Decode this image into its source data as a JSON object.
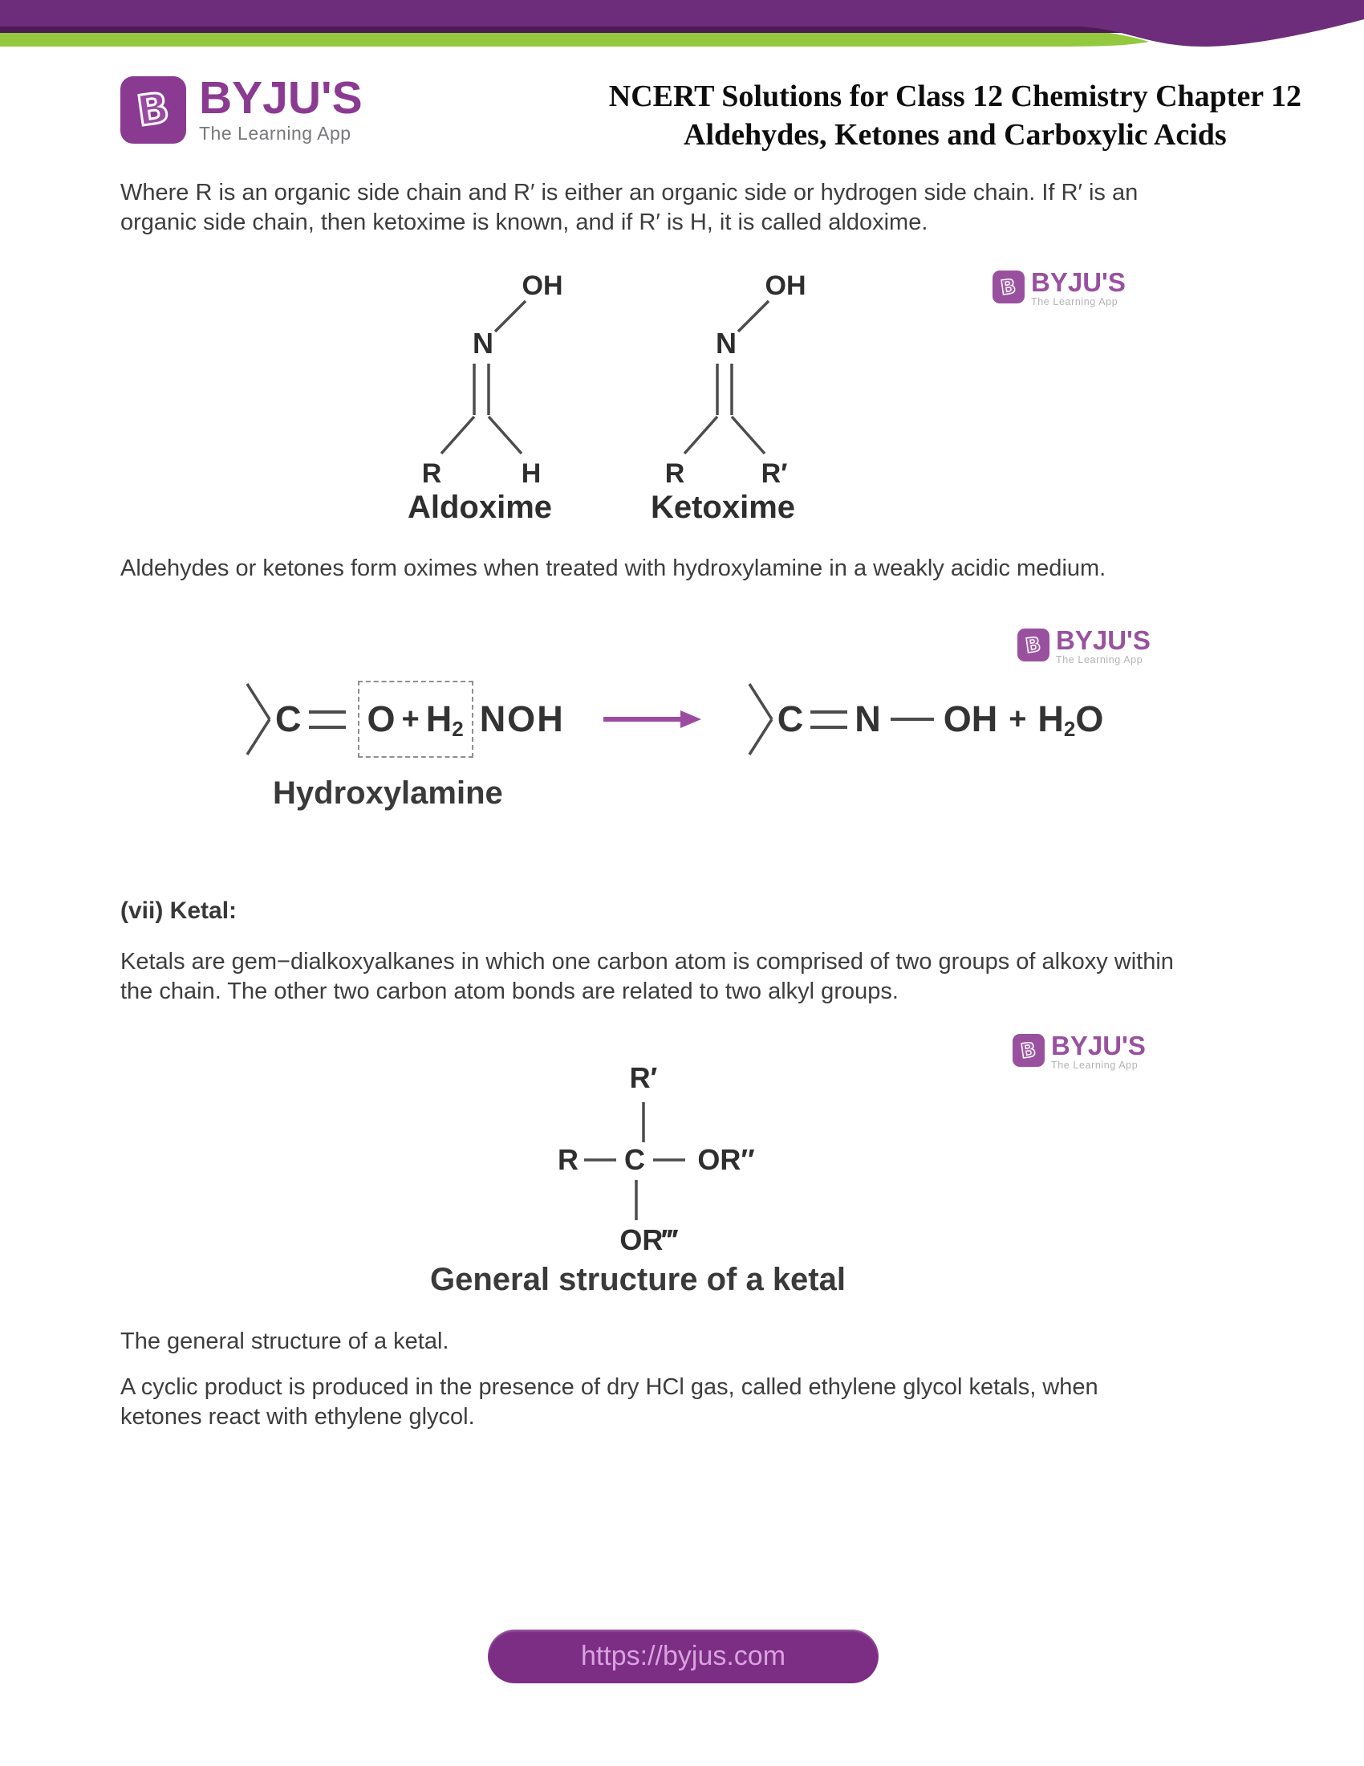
{
  "header": {
    "title_line1": "NCERT Solutions for Class 12 Chemistry Chapter 12",
    "title_line2": "Aldehydes, Ketones and Carboxylic Acids"
  },
  "logo": {
    "letter": "B",
    "name": "BYJU'S",
    "tagline": "The Learning App"
  },
  "watermark": {
    "letter": "B",
    "name": "BYJU'S",
    "tagline": "The Learning App"
  },
  "paragraphs": {
    "p1_l1": "Where R is an organic side chain and R′ is either an organic side or hydrogen side chain. If R′ is an",
    "p1_l2": "organic side chain, then ketoxime is known, and if R′ is H, it is called aldoxime.",
    "p2": "Aldehydes or ketones form oximes when treated with hydroxylamine in a weakly acidic medium.",
    "ketal_heading": "(vii) Ketal:",
    "p3_l1": "Ketals are gem−dialkoxyalkanes in which one carbon atom is comprised of two groups of alkoxy within",
    "p3_l2": "the chain. The other two carbon atom bonds are related to two alkyl groups.",
    "p4": "The general structure of a ketal.",
    "p5_l1": "A cyclic product is produced in the presence of dry HCl gas, called ethylene glycol ketals, when",
    "p5_l2": "ketones react with ethylene glycol."
  },
  "figures": {
    "oximes": {
      "aldoxime": {
        "oh": "OH",
        "n": "N",
        "left": "R",
        "right": "H",
        "label": "Aldoxime"
      },
      "ketoxime": {
        "oh": "OH",
        "n": "N",
        "left": "R",
        "right": "R′",
        "label": "Ketoxime"
      }
    },
    "reaction": {
      "c": "C",
      "o": "O",
      "plus": "+",
      "h": "H",
      "h_sub": "2",
      "noh": "NOH",
      "label": "Hydroxylamine",
      "product_c": "C",
      "product_n": "N",
      "product_oh": "OH",
      "product_plus": "+",
      "h2o_h": "H",
      "h2o_sub": "2",
      "h2o_o": "O"
    },
    "ketal": {
      "top": "R′",
      "left": "R",
      "center": "C",
      "right": "OR″",
      "bottom": "OR‴",
      "label": "General structure of a ketal"
    }
  },
  "footer": {
    "url": "https://byjus.com"
  },
  "colors": {
    "header_purple": "#6e2d7a",
    "header_dark_line": "#4d1b55",
    "header_green": "#94c83e",
    "logo_purple": "#8b3a92",
    "tagline_gray": "#77787b",
    "arrow_purple": "#9c4ca0",
    "pill_purple": "#7c2d84",
    "pill_text": "#d9a2df",
    "body_text": "#3d3d3d"
  }
}
